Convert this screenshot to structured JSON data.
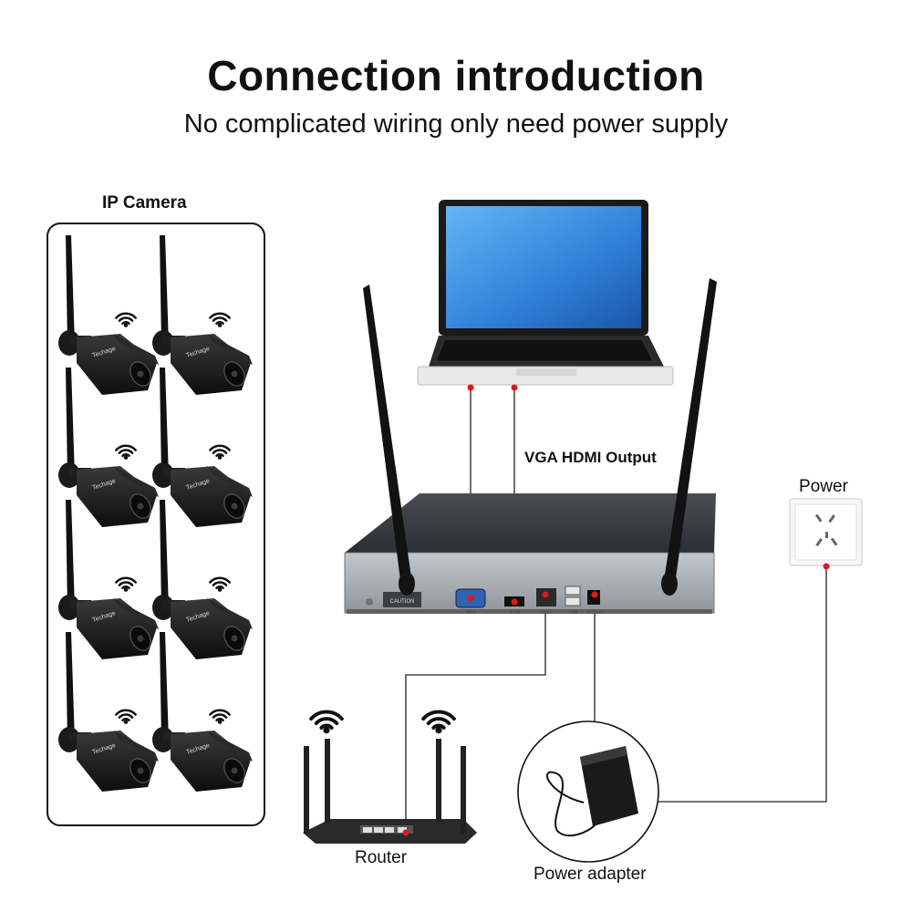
{
  "title": "Connection introduction",
  "subtitle": "No complicated wiring only need power supply",
  "labels": {
    "ip_camera": "IP Camera",
    "output": "VGA HDMI Output",
    "power": "Power",
    "router": "Router",
    "adapter": "Power adapter"
  },
  "cameras": [
    {
      "brand": "Techage"
    },
    {
      "brand": "Techage"
    },
    {
      "brand": "Techage"
    },
    {
      "brand": "Techage"
    },
    {
      "brand": "Techage"
    },
    {
      "brand": "Techage"
    },
    {
      "brand": "Techage"
    },
    {
      "brand": "Techage"
    }
  ],
  "nvr": {
    "caution": "CAUTION",
    "ports": [
      "VGA",
      "HDMI",
      "LAN",
      "USB",
      "DC12V"
    ]
  },
  "colors": {
    "connection_dot": "#e01818",
    "screen": "#2f7fd8",
    "device_dark": "#1c1c1c",
    "panel_silver": "#9aa0a6"
  }
}
